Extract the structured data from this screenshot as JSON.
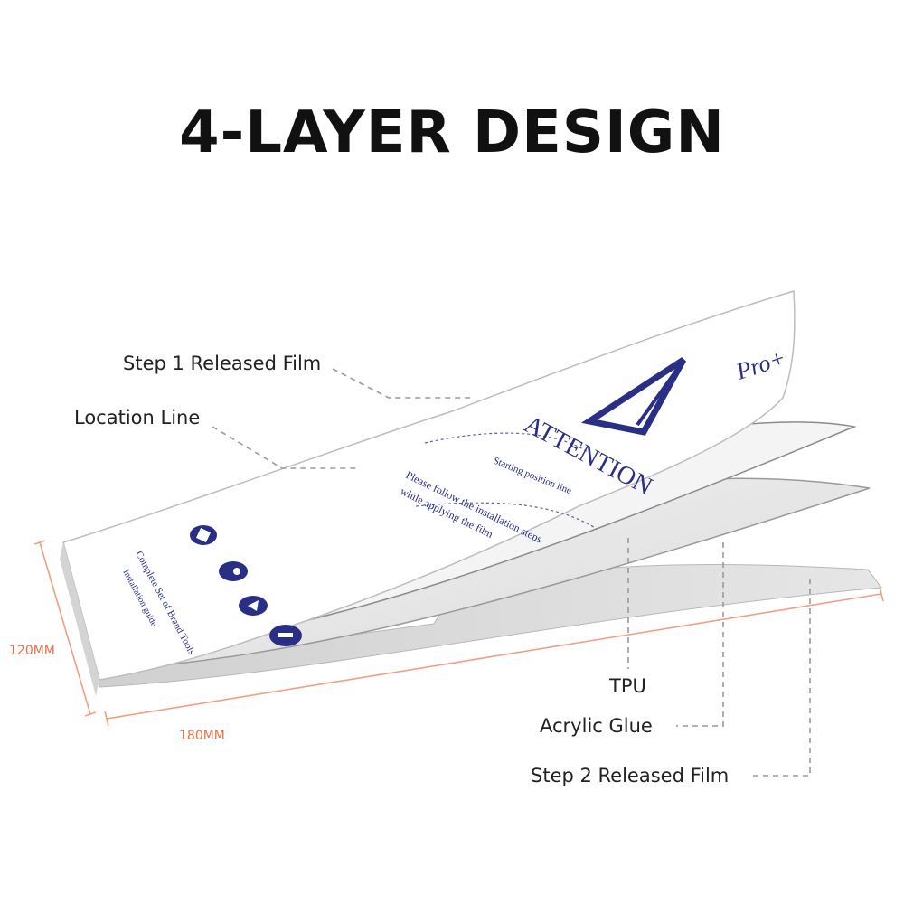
{
  "title": "4-LAYER DESIGN",
  "callouts": {
    "step1": "Step 1 Released Film",
    "location_line": "Location Line",
    "tpu": "TPU",
    "acrylic_glue": "Acrylic Glue",
    "step2": "Step 2 Released Film"
  },
  "dimensions": {
    "height": "120MM",
    "width": "180MM"
  },
  "film_print": {
    "attention": "ATTENTION",
    "brand": "Pro+",
    "line1": "Please follow the installation steps",
    "line2": "while applying the film",
    "location_note": "Starting position line",
    "side_text_1": "Complete Set of Brand Tools",
    "side_text_2": "Installation guide"
  },
  "colors": {
    "print": "#2a2f86",
    "dimension": "#e8704a",
    "leader": "#999999",
    "title": "#111111"
  }
}
